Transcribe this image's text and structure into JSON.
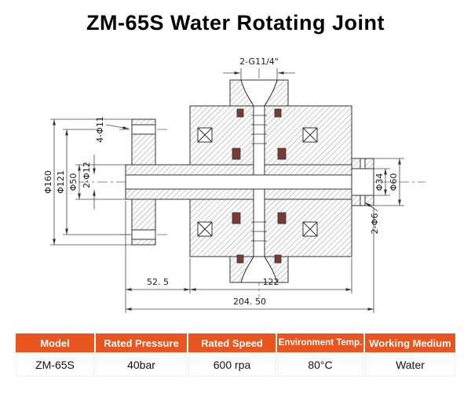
{
  "title": "ZM-65S Water Rotating Joint",
  "drawing": {
    "labels": {
      "port": "2-G11/4\"",
      "bolt_holes": "4-Φ11",
      "bore_holes": "2-Φ12",
      "flange_od": "Φ160",
      "bolt_circle": "Φ121",
      "shaft_od": "Φ50",
      "right_bore": "Φ34",
      "right_od": "Φ60",
      "drain_holes": "2-Φ6",
      "dim_left": "52. 5",
      "dim_body": "122",
      "dim_total": "204. 50"
    }
  },
  "table": {
    "headers": [
      "Model",
      "Rated Pressure",
      "Rated Speed",
      "Environment Temp.",
      "Working Medium"
    ],
    "row": [
      "ZM-65S",
      "40bar",
      "600 rpa",
      "80°C",
      "Water"
    ],
    "header_bg": "#e9541f",
    "header_text_color": "#ffffff"
  }
}
